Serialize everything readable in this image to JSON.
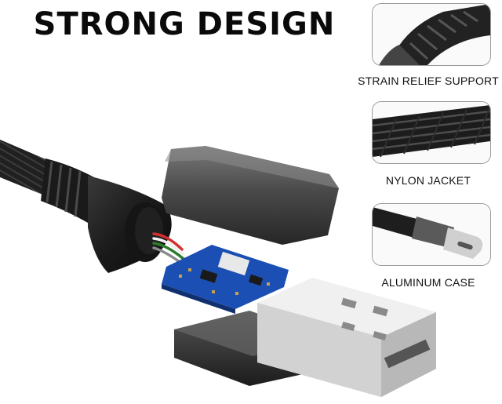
{
  "headline": "STRONG DESIGN",
  "features": [
    {
      "label": "STRAIN RELIEF SUPPORT",
      "icon": "strain-relief-closeup"
    },
    {
      "label": "NYLON JACKET",
      "icon": "braided-nylon-closeup"
    },
    {
      "label": "ALUMINUM CASE",
      "icon": "usb-c-connector-closeup"
    }
  ],
  "colors": {
    "cable": "#1e1e1e",
    "pcb": "#1a4fb0",
    "usb_metal": "#d9d9d9"
  }
}
